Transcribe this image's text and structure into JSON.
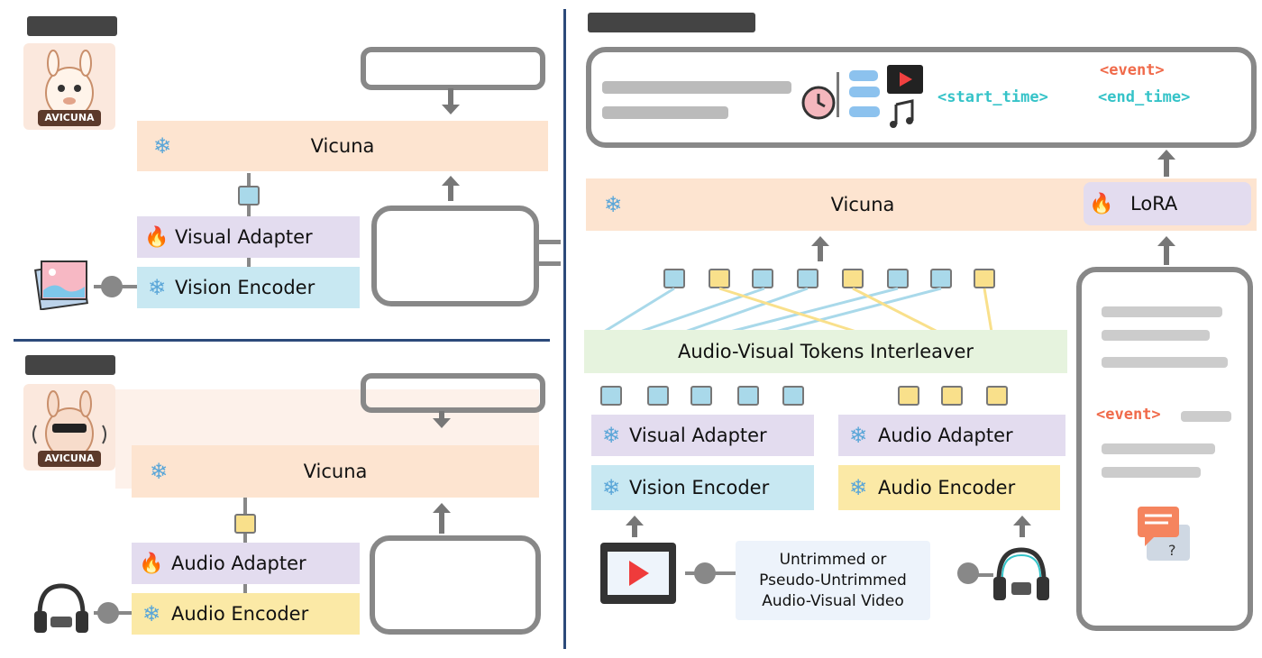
{
  "labels": {
    "vicuna": "Vicuna",
    "visual_adapter": "Visual Adapter",
    "vision_encoder": "Vision Encoder",
    "audio_adapter": "Audio Adapter",
    "audio_encoder": "Audio Encoder",
    "lora": "LoRA",
    "interleaver": "Audio-Visual Tokens Interleaver",
    "video_caption": "Untrimmed or\nPseudo-Untrimmed\nAudio-Visual Video",
    "avicuna": "AVICUNA",
    "start_time": "<start_time>",
    "end_time": "<end_time>",
    "event": "<event>",
    "event2": "<event>"
  },
  "colors": {
    "vicuna": "#fde4d0",
    "adapter": "#e3dcef",
    "vision_encoder": "#c8e8f2",
    "audio_encoder": "#fbe9a6",
    "interleaver": "#e6f3de",
    "token_visual": "#a9d9ea",
    "token_audio": "#f9e08b",
    "divider": "#2c4a7a",
    "accent_orange": "#f06a4a",
    "accent_teal": "#35c3c8"
  },
  "icons": [
    "snowflake-icon",
    "fire-icon",
    "image-icon",
    "headphones-icon",
    "video-icon",
    "clock-icon",
    "music-icon",
    "chat-icon",
    "llama-avatar"
  ]
}
